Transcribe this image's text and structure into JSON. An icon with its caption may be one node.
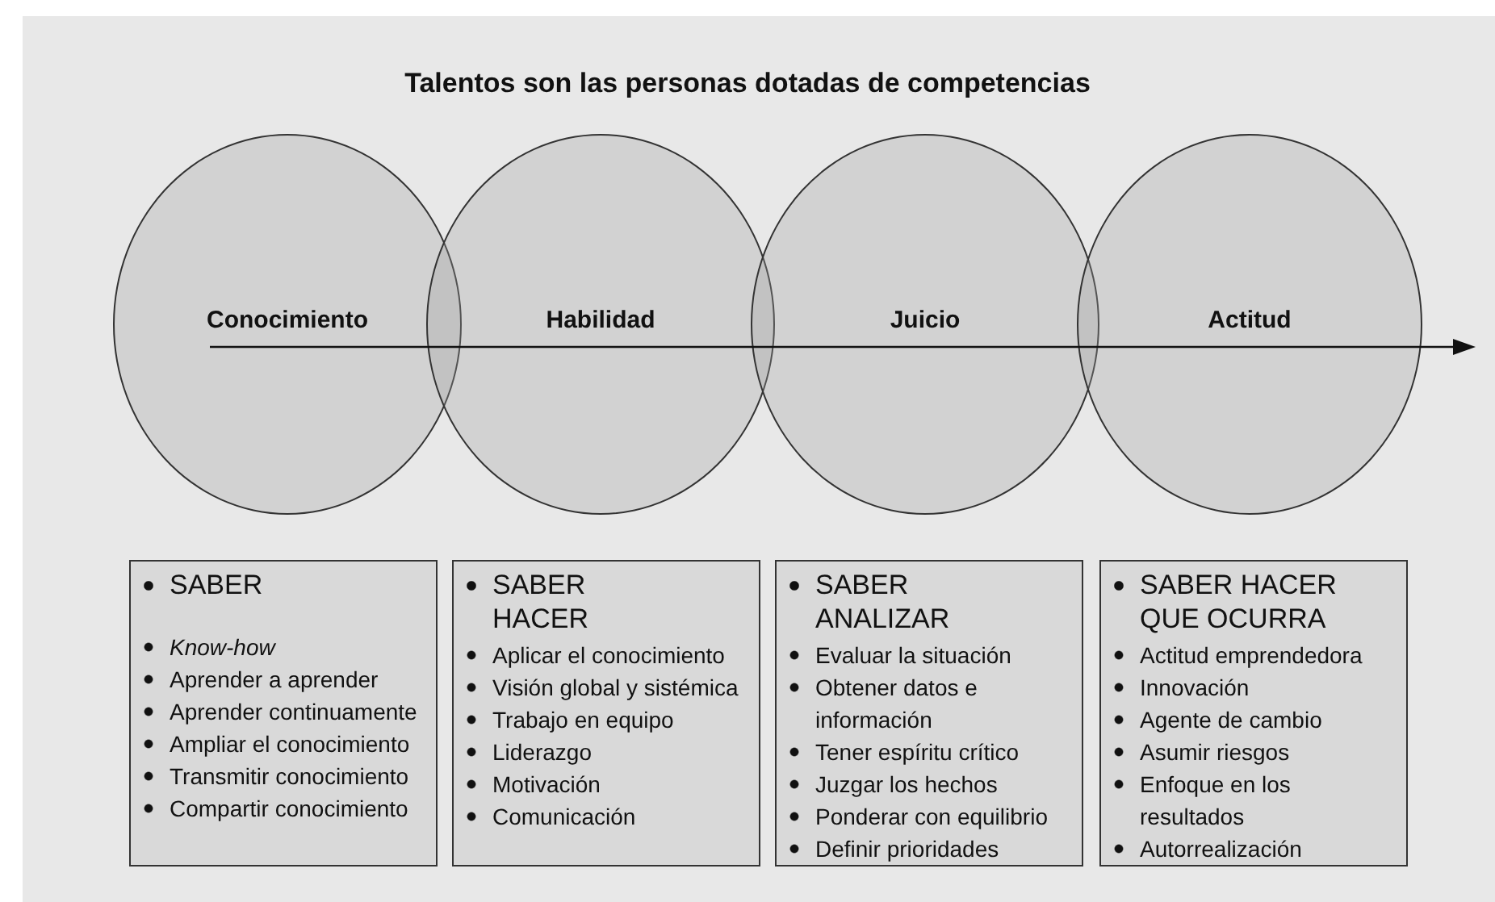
{
  "diagram": {
    "title": "Talentos son las personas dotadas de competencias",
    "nodes": [
      {
        "text": [
          "Conocimiento"
        ]
      },
      {
        "text": [
          "Habilidad"
        ]
      },
      {
        "text": [
          "Juicio"
        ]
      },
      {
        "text": [
          "Actitud"
        ]
      },
      {
        "text": [
          "SABER",
          "*Know-how*",
          "Aprender a aprender",
          "Aprender continuamente",
          "Ampliar el conocimiento",
          "Transmitir conocimiento",
          "Compartir conocimiento"
        ]
      },
      {
        "text": [
          "SABER HACER",
          "Aplicar el conocimiento",
          "Visión global y sistémica",
          "Trabajo en equipo",
          "Liderazgo",
          "Motivación",
          "Comunicación"
        ]
      },
      {
        "text": [
          "SABER ANALIZAR",
          "Evaluar la situación",
          "Obtener datos e información",
          "Tener espíritu crítico",
          "Juzgar los hechos",
          "Ponderar con equilibrio",
          "Definir prioridades"
        ]
      },
      {
        "text": [
          "SABER HACER QUE OCURRA",
          "Actitud emprendedora",
          "Innovación",
          "Agente de cambio",
          "Asumir riesgos",
          "Enfoque en los resultados",
          "Autorrealización"
        ]
      }
    ]
  }
}
